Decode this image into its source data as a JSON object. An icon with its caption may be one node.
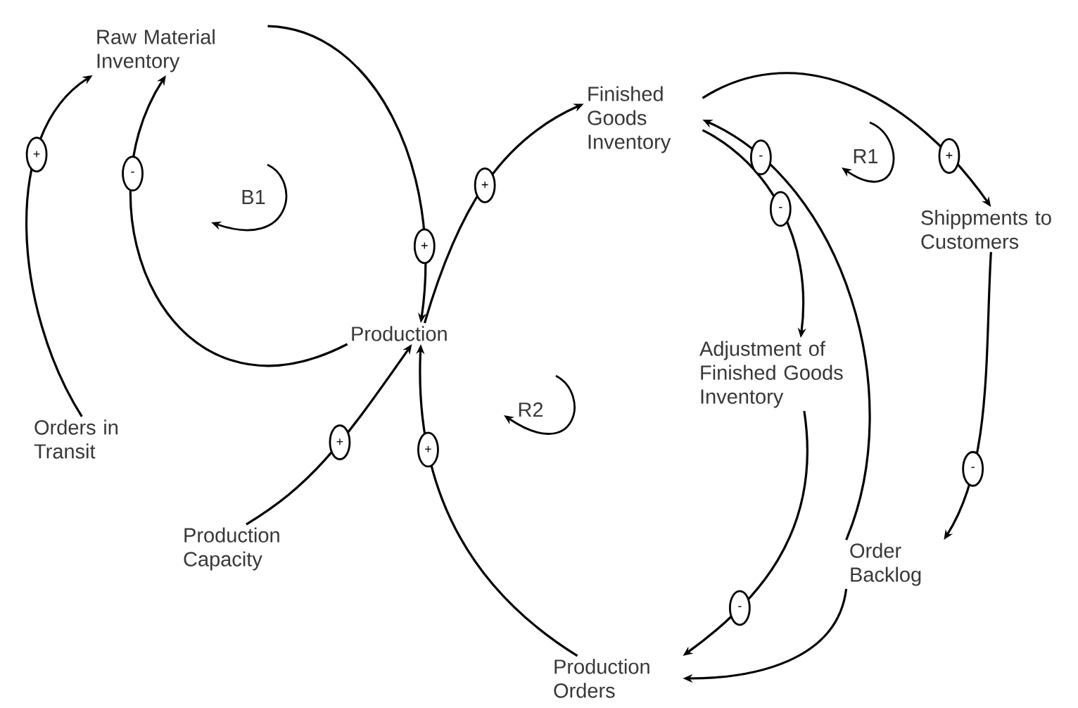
{
  "diagram": {
    "nodes": [
      {
        "text": [
          "Raw Material Inventory"
        ]
      },
      {
        "text": [
          "Finished Goods Inventory"
        ]
      },
      {
        "text": [
          "Shippments to Customers"
        ]
      },
      {
        "text": [
          "Production"
        ]
      },
      {
        "text": [
          "Orders in Transit"
        ]
      },
      {
        "text": [
          "Adjustment of Finished Goods Inventory"
        ]
      },
      {
        "text": [
          "Production Capacity"
        ]
      },
      {
        "text": [
          "Order Backlog"
        ]
      },
      {
        "text": [
          "Production Orders"
        ]
      }
    ],
    "edges": [
      {
        "from": 4,
        "to": 0,
        "arrow": "to",
        "label": "+"
      },
      {
        "from": 3,
        "to": 0,
        "arrow": "to",
        "label": "-"
      },
      {
        "from": 0,
        "to": 3,
        "arrow": "to",
        "label": "+"
      },
      {
        "from": 3,
        "to": 1,
        "arrow": "to",
        "label": "+"
      },
      {
        "from": 1,
        "to": 2,
        "arrow": "to",
        "label": "+"
      },
      {
        "from": 7,
        "to": 1,
        "arrow": "to",
        "label": "-"
      },
      {
        "from": 1,
        "to": 5,
        "arrow": "to",
        "label": "-"
      },
      {
        "from": 2,
        "to": 7,
        "arrow": "to",
        "label": "-"
      },
      {
        "from": 5,
        "to": 8,
        "arrow": "to",
        "label": "-"
      },
      {
        "from": 7,
        "to": 8,
        "arrow": "to"
      },
      {
        "from": 8,
        "to": 3,
        "arrow": "to",
        "label": "+"
      },
      {
        "from": 6,
        "to": 3,
        "arrow": "to",
        "label": "+"
      }
    ],
    "labels": [
      "B1",
      "R1",
      "R2"
    ]
  }
}
